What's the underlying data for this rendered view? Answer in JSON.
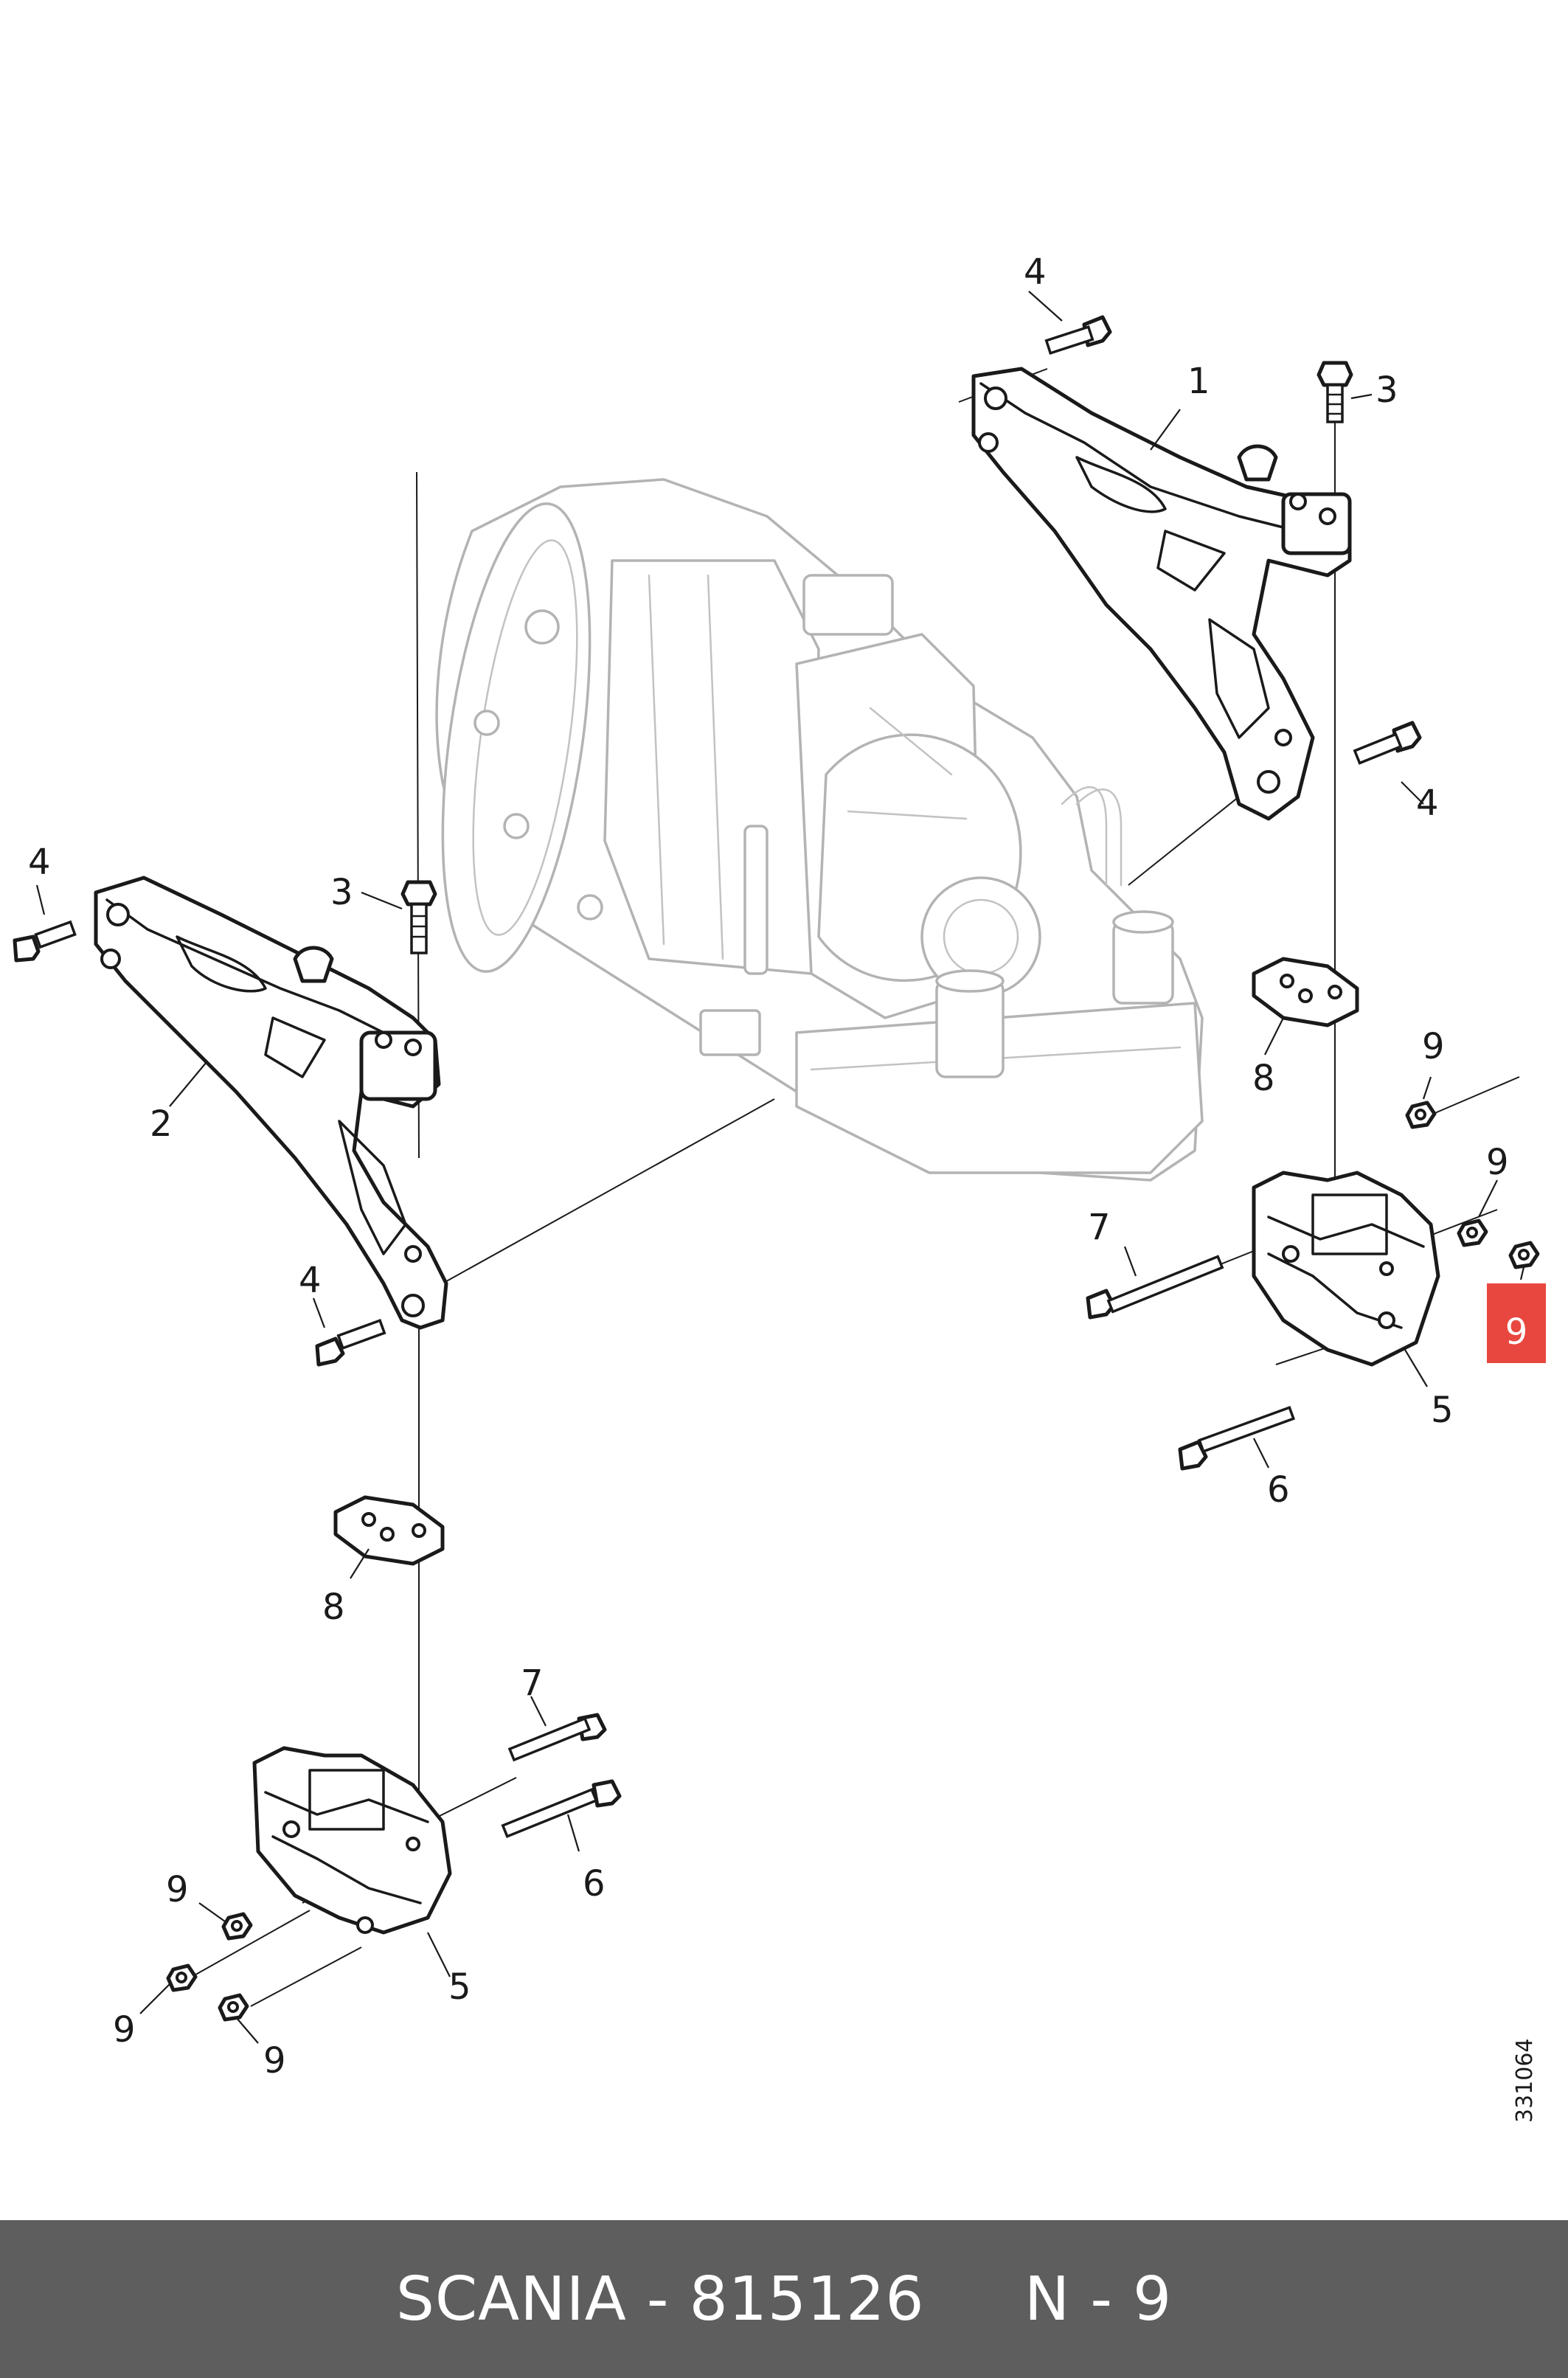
{
  "diagram": {
    "callouts": {
      "c1": "1",
      "c2": "2",
      "c3_upper": "3",
      "c3_left": "3",
      "c4_top": "4",
      "c4_right": "4",
      "c4_left_top": "4",
      "c4_left_bottom": "4",
      "c5_right": "5",
      "c5_left": "5",
      "c6_right": "6",
      "c6_left": "6",
      "c7_right": "7",
      "c7_left": "7",
      "c8_right": "8",
      "c8_left": "8",
      "c9_right_upper": "9",
      "c9_right_mid": "9",
      "c9_left_a": "9",
      "c9_left_b": "9",
      "c9_left_c": "9"
    },
    "highlight": {
      "label": "9",
      "color": "#e8473f"
    },
    "drawing_number": "331064"
  },
  "footer": {
    "text": "SCANIA - 815126     N - 9",
    "background": "#5e5e5e"
  }
}
